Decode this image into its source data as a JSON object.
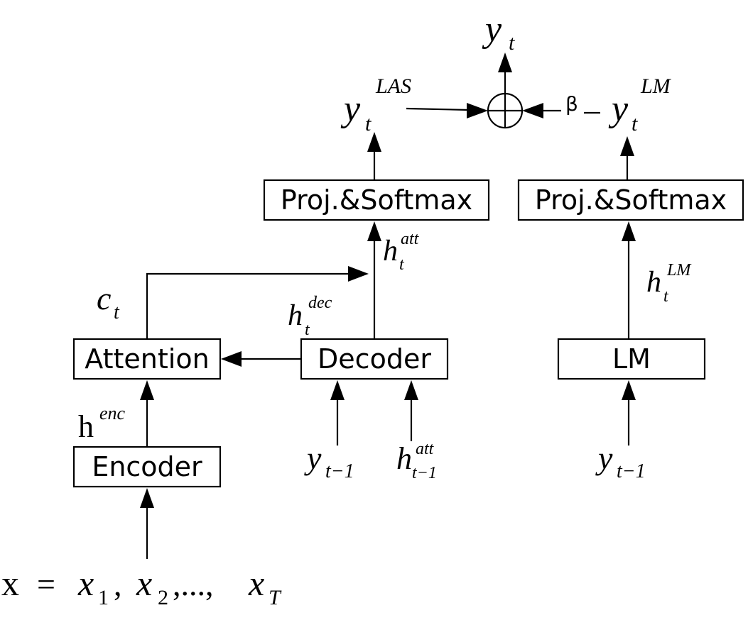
{
  "boxes": {
    "proj_left": "Proj.&Softmax",
    "proj_right": "Proj.&Softmax",
    "attention": "Attention",
    "decoder": "Decoder",
    "lm": "LM",
    "encoder": "Encoder"
  },
  "labels": {
    "y_t": {
      "base": "y",
      "sub": "t"
    },
    "y_las": {
      "base": "y",
      "sup": "LAS",
      "sub": "t"
    },
    "y_lm": {
      "base": "y",
      "sup": "LM",
      "sub": "t"
    },
    "beta": "β",
    "h_att": {
      "base": "h",
      "sup": "att",
      "sub": "t"
    },
    "h_lm": {
      "base": "h",
      "sup": "LM",
      "sub": "t"
    },
    "c_t": {
      "base": "c",
      "sub": "t"
    },
    "h_dec": {
      "base": "h",
      "sup": "dec",
      "sub": "t"
    },
    "h_enc": {
      "base": "h",
      "sup": "enc"
    },
    "y_prev_dec": {
      "base": "y",
      "sub": "t−1"
    },
    "h_att_prev": {
      "base": "h",
      "sup": "att",
      "sub": "t−1"
    },
    "y_prev_lm": {
      "base": "y",
      "sub": "t−1"
    },
    "x_seq": {
      "lhs": "x",
      "eq": "=",
      "x": "x",
      "s1": "1",
      "s2": "2",
      "sT": "T",
      "comma": ",",
      "ellipsis": ",...,"
    }
  }
}
